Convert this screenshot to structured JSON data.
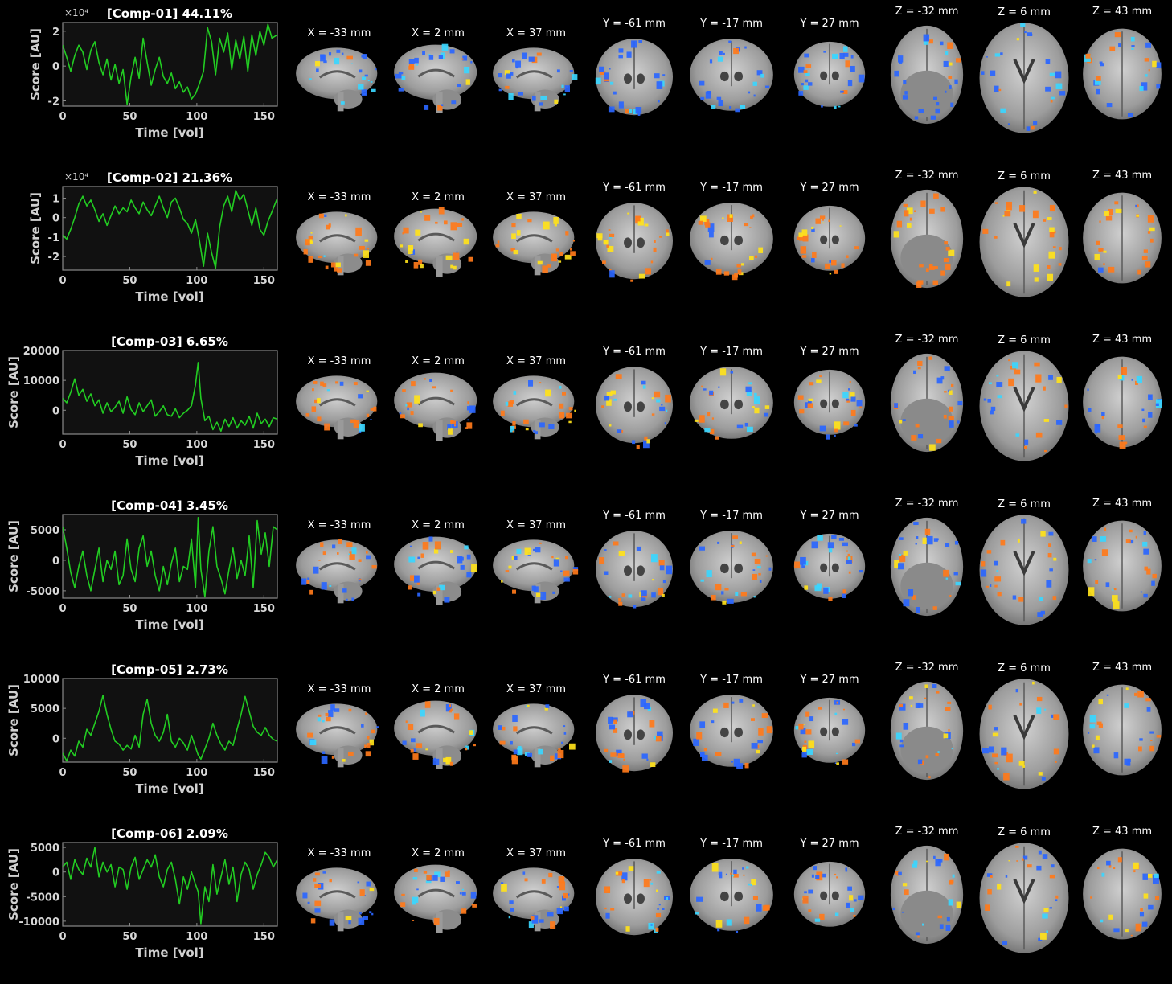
{
  "chart_data": [
    {
      "type": "line",
      "title": "[Comp-01] 44.11%",
      "xlabel": "Time [vol]",
      "ylabel": "Score [AU]",
      "exponent_label": "×10⁴",
      "xlim": [
        0,
        160
      ],
      "ylim": [
        -2.3,
        2.5
      ],
      "xticks": [
        0,
        50,
        100,
        150
      ],
      "yticks": [
        -2,
        0,
        2
      ],
      "ytick_labels": [
        "-2",
        "0",
        "2"
      ],
      "series": [
        {
          "color": "#22cc22",
          "x": [
            0,
            3,
            6,
            9,
            12,
            15,
            18,
            21,
            24,
            27,
            30,
            33,
            36,
            39,
            42,
            45,
            48,
            51,
            54,
            57,
            60,
            63,
            66,
            69,
            72,
            75,
            78,
            81,
            84,
            87,
            90,
            93,
            96,
            99,
            102,
            105,
            108,
            111,
            114,
            117,
            120,
            123,
            126,
            129,
            132,
            135,
            138,
            141,
            144,
            147,
            150,
            153,
            156,
            160
          ],
          "y": [
            1.2,
            0.5,
            -0.3,
            0.6,
            1.2,
            0.8,
            -0.2,
            0.9,
            1.4,
            0.2,
            -0.5,
            0.4,
            -0.8,
            0.1,
            -1.0,
            -0.2,
            -2.2,
            -0.6,
            0.5,
            -0.7,
            1.6,
            0.2,
            -1.1,
            -0.2,
            0.5,
            -0.6,
            -1.0,
            -0.4,
            -1.3,
            -0.9,
            -1.5,
            -1.2,
            -1.9,
            -1.6,
            -1.0,
            -0.3,
            2.2,
            1.4,
            -0.5,
            1.6,
            0.8,
            1.9,
            -0.2,
            1.5,
            0.4,
            1.7,
            -0.3,
            1.8,
            0.6,
            2.0,
            1.2,
            2.4,
            1.6,
            1.8
          ]
        }
      ]
    },
    {
      "type": "line",
      "title": "[Comp-02] 21.36%",
      "xlabel": "Time [vol]",
      "ylabel": "Score [AU]",
      "exponent_label": "×10⁴",
      "xlim": [
        0,
        160
      ],
      "ylim": [
        -2.7,
        1.6
      ],
      "xticks": [
        0,
        50,
        100,
        150
      ],
      "yticks": [
        -2,
        -1,
        0,
        1
      ],
      "ytick_labels": [
        "-2",
        "-1",
        "0",
        "1"
      ],
      "series": [
        {
          "color": "#22cc22",
          "x": [
            0,
            3,
            6,
            9,
            12,
            15,
            18,
            21,
            24,
            27,
            30,
            33,
            36,
            39,
            42,
            45,
            48,
            51,
            54,
            57,
            60,
            63,
            66,
            69,
            72,
            75,
            78,
            81,
            84,
            87,
            90,
            93,
            96,
            99,
            102,
            105,
            108,
            111,
            114,
            117,
            120,
            123,
            126,
            129,
            132,
            135,
            138,
            141,
            144,
            147,
            150,
            153,
            156,
            160
          ],
          "y": [
            -0.9,
            -1.1,
            -0.6,
            0.0,
            0.7,
            1.1,
            0.6,
            0.9,
            0.4,
            -0.2,
            0.2,
            -0.4,
            0.1,
            0.6,
            0.2,
            0.5,
            0.3,
            0.9,
            0.5,
            0.2,
            0.8,
            0.4,
            0.1,
            0.6,
            1.1,
            0.5,
            0.0,
            0.8,
            1.0,
            0.5,
            -0.1,
            -0.3,
            -0.8,
            -0.1,
            -1.2,
            -2.5,
            -0.8,
            -1.8,
            -2.6,
            -0.5,
            0.6,
            1.1,
            0.3,
            1.4,
            0.9,
            1.2,
            0.4,
            -0.4,
            0.5,
            -0.6,
            -0.9,
            -0.2,
            0.3,
            1.0
          ]
        }
      ]
    },
    {
      "type": "line",
      "title": "[Comp-03] 6.65%",
      "xlabel": "Time [vol]",
      "ylabel": "Score [AU]",
      "xlim": [
        0,
        160
      ],
      "ylim": [
        -8000,
        20000
      ],
      "xticks": [
        0,
        50,
        100,
        150
      ],
      "yticks": [
        0,
        10000,
        20000
      ],
      "ytick_labels": [
        "0",
        "10000",
        "20000"
      ],
      "series": [
        {
          "color": "#22cc22",
          "x": [
            0,
            3,
            6,
            9,
            12,
            15,
            18,
            21,
            24,
            27,
            30,
            33,
            36,
            39,
            42,
            45,
            48,
            51,
            54,
            57,
            60,
            63,
            66,
            69,
            72,
            75,
            78,
            81,
            84,
            87,
            90,
            93,
            96,
            99,
            101,
            103,
            106,
            109,
            112,
            115,
            118,
            121,
            124,
            127,
            130,
            133,
            136,
            139,
            142,
            145,
            148,
            151,
            154,
            157,
            160
          ],
          "y": [
            4000,
            2500,
            6000,
            10500,
            5000,
            7000,
            3000,
            5500,
            1500,
            3500,
            -1000,
            2500,
            -500,
            1000,
            3000,
            -1000,
            4500,
            200,
            -1500,
            2500,
            -500,
            1500,
            3500,
            -2000,
            -500,
            1500,
            -1500,
            -2000,
            500,
            -2500,
            -1000,
            0,
            1500,
            8500,
            16000,
            4000,
            -3500,
            -2000,
            -6500,
            -4000,
            -7000,
            -3000,
            -5500,
            -2500,
            -6000,
            -3500,
            -5000,
            -2000,
            -6000,
            -1000,
            -4500,
            -3000,
            -5500,
            -2500,
            -3000
          ]
        }
      ]
    },
    {
      "type": "line",
      "title": "[Comp-04] 3.45%",
      "xlabel": "Time [vol]",
      "ylabel": "Score [AU]",
      "xlim": [
        0,
        160
      ],
      "ylim": [
        -6200,
        7500
      ],
      "xticks": [
        0,
        50,
        100,
        150
      ],
      "yticks": [
        -5000,
        0,
        5000
      ],
      "ytick_labels": [
        "-5000",
        "0",
        "5000"
      ],
      "series": [
        {
          "color": "#22cc22",
          "x": [
            0,
            3,
            6,
            9,
            12,
            15,
            18,
            21,
            24,
            27,
            30,
            33,
            36,
            39,
            42,
            45,
            48,
            51,
            54,
            57,
            60,
            63,
            66,
            69,
            72,
            75,
            78,
            81,
            84,
            87,
            90,
            93,
            96,
            99,
            101,
            103,
            106,
            109,
            112,
            115,
            118,
            121,
            124,
            127,
            130,
            133,
            136,
            139,
            142,
            145,
            148,
            151,
            154,
            157,
            160
          ],
          "y": [
            5500,
            2000,
            -2000,
            -4500,
            -1000,
            1500,
            -2500,
            -5000,
            -1500,
            2000,
            -3500,
            0,
            -1500,
            1500,
            -4000,
            -2500,
            3500,
            -1500,
            -3500,
            2000,
            4000,
            -1000,
            1500,
            -2500,
            -5000,
            -1000,
            -4000,
            -500,
            2000,
            -3500,
            -1000,
            -1500,
            3500,
            -4500,
            7000,
            -1500,
            -6000,
            1500,
            5500,
            -1000,
            -3000,
            -5500,
            -1500,
            2000,
            -3000,
            0,
            -2500,
            4000,
            -4500,
            6500,
            1000,
            4500,
            -1000,
            5500,
            5000
          ]
        }
      ]
    },
    {
      "type": "line",
      "title": "[Comp-05] 2.73%",
      "xlabel": "Time [vol]",
      "ylabel": "Score [AU]",
      "xlim": [
        0,
        160
      ],
      "ylim": [
        -4000,
        10000
      ],
      "xticks": [
        0,
        50,
        100,
        150
      ],
      "yticks": [
        0,
        5000,
        10000
      ],
      "ytick_labels": [
        "0",
        "5000",
        "10000"
      ],
      "series": [
        {
          "color": "#22cc22",
          "x": [
            0,
            3,
            6,
            9,
            12,
            15,
            18,
            21,
            24,
            27,
            30,
            33,
            36,
            39,
            42,
            45,
            48,
            51,
            54,
            57,
            60,
            63,
            66,
            69,
            72,
            75,
            78,
            81,
            84,
            87,
            90,
            93,
            96,
            99,
            101,
            103,
            106,
            109,
            112,
            115,
            118,
            121,
            124,
            127,
            130,
            133,
            136,
            139,
            142,
            145,
            148,
            151,
            154,
            157,
            160
          ],
          "y": [
            -2500,
            -3800,
            -2000,
            -3000,
            -500,
            -1500,
            1500,
            500,
            2500,
            4500,
            7200,
            4000,
            1500,
            -500,
            -1000,
            -2000,
            -1200,
            -1800,
            500,
            -1500,
            4000,
            6500,
            2500,
            500,
            -500,
            1000,
            4000,
            -500,
            -1500,
            0,
            -800,
            -2000,
            500,
            -1500,
            -2800,
            -3500,
            -1800,
            0,
            2500,
            500,
            -1000,
            -2000,
            -500,
            -1200,
            1500,
            4000,
            7000,
            4500,
            2000,
            1000,
            500,
            1800,
            500,
            -200,
            -500
          ]
        }
      ]
    },
    {
      "type": "line",
      "title": "[Comp-06] 2.09%",
      "xlabel": "Time [vol]",
      "ylabel": "Score [AU]",
      "xlim": [
        0,
        160
      ],
      "ylim": [
        -11000,
        6000
      ],
      "xticks": [
        0,
        50,
        100,
        150
      ],
      "yticks": [
        -10000,
        -5000,
        0,
        5000
      ],
      "ytick_labels": [
        "-10000",
        "-5000",
        "0",
        "5000"
      ],
      "series": [
        {
          "color": "#22cc22",
          "x": [
            0,
            3,
            6,
            9,
            12,
            15,
            18,
            21,
            24,
            27,
            30,
            33,
            36,
            39,
            42,
            45,
            48,
            51,
            54,
            57,
            60,
            63,
            66,
            69,
            72,
            75,
            78,
            81,
            84,
            87,
            90,
            93,
            96,
            99,
            101,
            103,
            106,
            109,
            112,
            115,
            118,
            121,
            124,
            127,
            130,
            133,
            136,
            139,
            142,
            145,
            148,
            151,
            154,
            157,
            160
          ],
          "y": [
            1000,
            2000,
            -1500,
            2500,
            500,
            -500,
            2800,
            1000,
            5000,
            -1000,
            2000,
            0,
            1500,
            -3000,
            1000,
            500,
            -3500,
            1000,
            3000,
            -1500,
            500,
            2500,
            1000,
            3500,
            -1000,
            -3000,
            500,
            2000,
            -1500,
            -6500,
            -1000,
            -3500,
            0,
            -2500,
            -4000,
            -10500,
            -3000,
            -6000,
            1500,
            -4500,
            -1000,
            2500,
            -2500,
            1000,
            -6000,
            -500,
            2000,
            500,
            -3500,
            -500,
            1500,
            4000,
            3000,
            1000,
            2500
          ]
        }
      ]
    }
  ],
  "slice_labels": [
    [
      "X = -33 mm",
      "X = 2 mm",
      "X = 37 mm",
      "Y = -61 mm",
      "Y = -17 mm",
      "Y = 27 mm",
      "Z = -32 mm",
      "Z = 6 mm",
      "Z = 43 mm"
    ],
    [
      "X = -33 mm",
      "X = 2 mm",
      "X = 37 mm",
      "Y = -61 mm",
      "Y = -17 mm",
      "Y = 27 mm",
      "Z = -32 mm",
      "Z = 6 mm",
      "Z = 43 mm"
    ],
    [
      "X = -33 mm",
      "X = 2 mm",
      "X = 37 mm",
      "Y = -61 mm",
      "Y = -17 mm",
      "Y = 27 mm",
      "Z = -32 mm",
      "Z = 6 mm",
      "Z = 43 mm"
    ],
    [
      "X = -33 mm",
      "X = 2 mm",
      "X = 37 mm",
      "Y = -61 mm",
      "Y = -17 mm",
      "Y = 27 mm",
      "Z = -32 mm",
      "Z = 6 mm",
      "Z = 43 mm"
    ],
    [
      "X = -33 mm",
      "X = 2 mm",
      "X = 37 mm",
      "Y = -61 mm",
      "Y = -17 mm",
      "Y = 27 mm",
      "Z = -32 mm",
      "Z = 6 mm",
      "Z = 43 mm"
    ],
    [
      "X = -33 mm",
      "X = 2 mm",
      "X = 37 mm",
      "Y = -61 mm",
      "Y = -17 mm",
      "Y = 27 mm",
      "Z = -32 mm",
      "Z = 6 mm",
      "Z = 43 mm"
    ]
  ],
  "colors": {
    "background": "#000000",
    "plot_background": "#111111",
    "trace": "#22cc22",
    "brain_gray": "#a8a8a8",
    "activation_positive": "#ff7a1a",
    "activation_positive_peak": "#ffe21a",
    "activation_negative": "#2a66ff",
    "activation_negative_peak": "#3ad6ff"
  },
  "activation_profiles": [
    "negative",
    "positive",
    "mixed",
    "mixed",
    "mixed",
    "mixed"
  ]
}
